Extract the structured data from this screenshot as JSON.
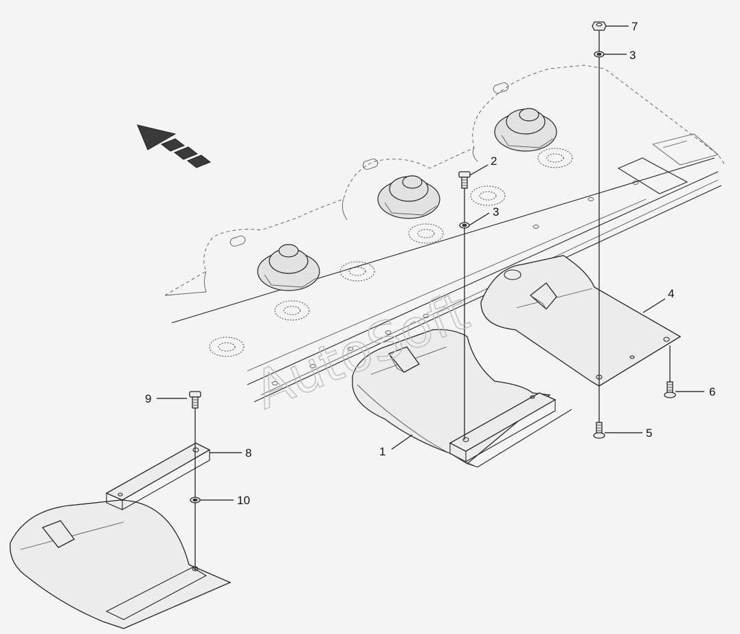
{
  "diagram": {
    "watermark": "AutoSoft",
    "callouts": {
      "c1": "1",
      "c2": "2",
      "c3a": "3",
      "c3b": "3",
      "c4": "4",
      "c5": "5",
      "c6": "6",
      "c7": "7",
      "c8": "8",
      "c9": "9",
      "c10": "10"
    },
    "colors": {
      "background": "#f4f4f4",
      "line": "#222222",
      "watermark": "#bdbdbd"
    },
    "icons": [
      "direction-arrow-icon",
      "bolt-icon",
      "nut-icon",
      "washer-icon"
    ]
  }
}
